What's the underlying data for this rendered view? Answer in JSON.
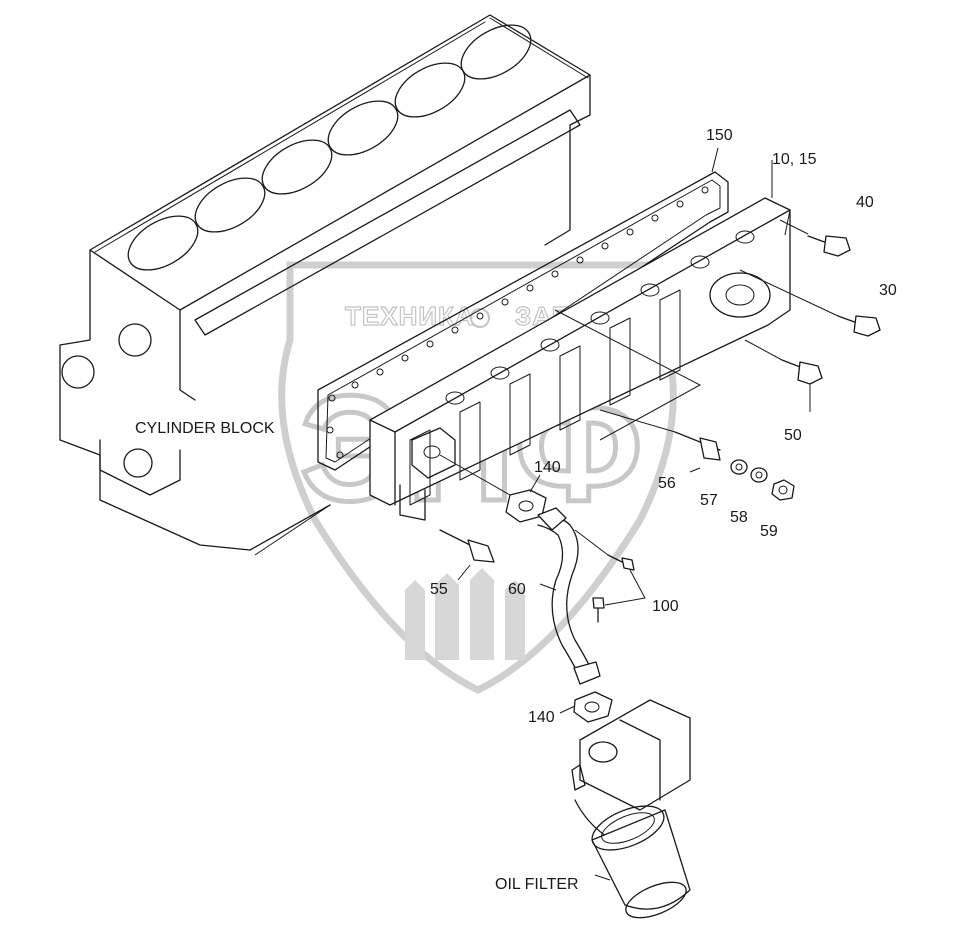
{
  "labels": {
    "cylinder_block": "CYLINDER BLOCK",
    "oil_filter": "OIL FILTER",
    "p150": "150",
    "p10_15": "10, 15",
    "p40": "40",
    "p30": "30",
    "p50": "50",
    "p56": "56",
    "p57": "57",
    "p58": "58",
    "p59": "59",
    "p140_top": "140",
    "p140_bottom": "140",
    "p55": "55",
    "p60": "60",
    "p100": "100"
  },
  "watermark": {
    "text_left": "ТЕХНИКА",
    "text_right": "ЗАПЧАСТИ",
    "logo_letters": "ЭПФ"
  },
  "colors": {
    "line": "#1a1a1a",
    "watermark": "#cfcfcf",
    "background": "#ffffff"
  }
}
